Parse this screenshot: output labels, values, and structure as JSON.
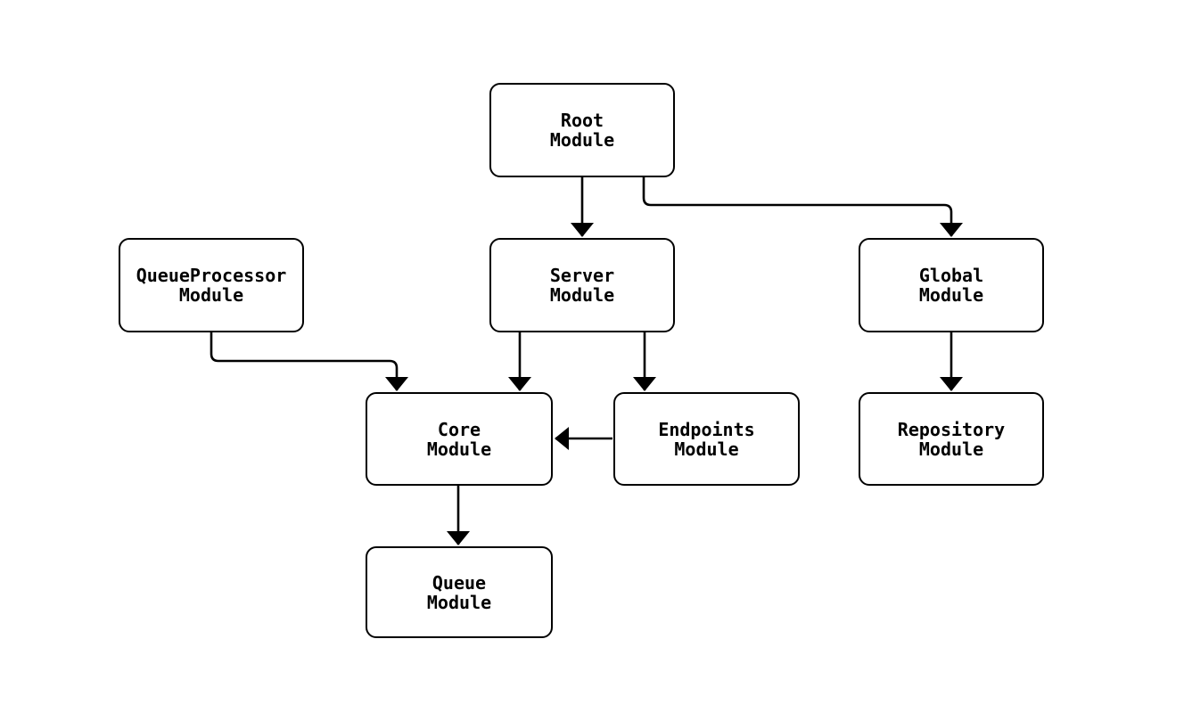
{
  "diagram": {
    "title": "module-dependency-diagram",
    "background_color": "#ffffff",
    "node_border_color": "#000000",
    "node_fill_color": "#ffffff",
    "edge_color": "#000000",
    "text_color": "#000000",
    "nodes": [
      {
        "id": "root",
        "label": "Root\nModule"
      },
      {
        "id": "queueprocessor",
        "label": "QueueProcessor\nModule"
      },
      {
        "id": "server",
        "label": "Server\nModule"
      },
      {
        "id": "global",
        "label": "Global\nModule"
      },
      {
        "id": "core",
        "label": "Core\nModule"
      },
      {
        "id": "endpoints",
        "label": "Endpoints\nModule"
      },
      {
        "id": "repository",
        "label": "Repository\nModule"
      },
      {
        "id": "queue",
        "label": "Queue\nModule"
      }
    ],
    "edges": [
      {
        "from": "root",
        "to": "server"
      },
      {
        "from": "root",
        "to": "global"
      },
      {
        "from": "queueprocessor",
        "to": "core"
      },
      {
        "from": "server",
        "to": "core"
      },
      {
        "from": "server",
        "to": "endpoints"
      },
      {
        "from": "endpoints",
        "to": "core"
      },
      {
        "from": "global",
        "to": "repository"
      },
      {
        "from": "core",
        "to": "queue"
      }
    ]
  }
}
